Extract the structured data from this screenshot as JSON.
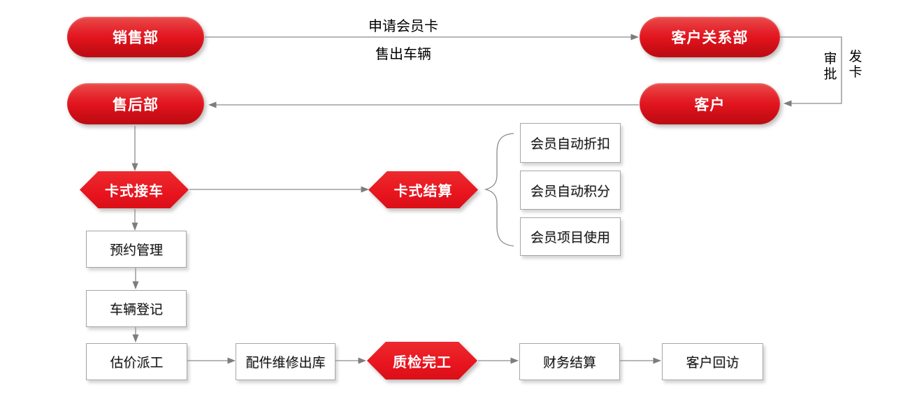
{
  "diagram": {
    "type": "flowchart",
    "background": "#ffffff",
    "colors": {
      "node_red": "#e8141e",
      "node_red_dark": "#bb0c13",
      "connector_gray": "#8c8c8c",
      "box_border_gray": "#a6a6a6",
      "box_fill": "#ffffff",
      "text_dark": "#141414",
      "text_white": "#ffffff"
    },
    "nodes": {
      "sales_dept": {
        "label": "销售部",
        "shape": "pill"
      },
      "customer_relations_dept": {
        "label": "客户关系部",
        "shape": "pill"
      },
      "after_sales_dept": {
        "label": "售后部",
        "shape": "pill"
      },
      "customer": {
        "label": "客户",
        "shape": "pill"
      },
      "card_reception": {
        "label": "卡式接车",
        "shape": "hexagon"
      },
      "card_settlement": {
        "label": "卡式结算",
        "shape": "hexagon"
      },
      "member_auto_discount": {
        "label": "会员自动折扣",
        "shape": "box"
      },
      "member_auto_points": {
        "label": "会员自动积分",
        "shape": "box"
      },
      "member_project_usage": {
        "label": "会员项目使用",
        "shape": "box"
      },
      "appointment_management": {
        "label": "预约管理",
        "shape": "box"
      },
      "vehicle_registration": {
        "label": "车辆登记",
        "shape": "box"
      },
      "valuation_dispatch": {
        "label": "估价派工",
        "shape": "box"
      },
      "parts_maintenance_outbound": {
        "label": "配件维修出库",
        "shape": "box"
      },
      "quality_inspection_complete": {
        "label": "质检完工",
        "shape": "hexagon"
      },
      "financial_settlement": {
        "label": "财务结算",
        "shape": "box"
      },
      "customer_follow_up": {
        "label": "客户回访",
        "shape": "box"
      }
    },
    "edge_labels": {
      "apply_membership_card": "申请会员卡",
      "sell_vehicle": "售出车辆",
      "approval": "审批",
      "issue_card": "发卡"
    },
    "edges": [
      {
        "from": "销售部",
        "to": "客户关系部",
        "labels": [
          "申请会员卡",
          "售出车辆"
        ]
      },
      {
        "from": "客户关系部",
        "to": "客户",
        "labels": [
          "审批",
          "发卡"
        ]
      },
      {
        "from": "客户",
        "to": "售后部",
        "labels": []
      },
      {
        "from": "售后部",
        "to": "卡式接车",
        "labels": []
      },
      {
        "from": "卡式接车",
        "to": "卡式结算",
        "labels": []
      },
      {
        "from": "卡式结算",
        "to": "会员自动折扣 / 会员自动积分 / 会员项目使用",
        "connector": "brace"
      },
      {
        "from": "卡式接车",
        "to": "预约管理",
        "labels": []
      },
      {
        "from": "预约管理",
        "to": "车辆登记",
        "labels": []
      },
      {
        "from": "车辆登记",
        "to": "估价派工",
        "labels": []
      },
      {
        "from": "估价派工",
        "to": "配件维修出库",
        "labels": []
      },
      {
        "from": "配件维修出库",
        "to": "质检完工",
        "labels": []
      },
      {
        "from": "质检完工",
        "to": "财务结算",
        "labels": []
      },
      {
        "from": "财务结算",
        "to": "客户回访",
        "labels": []
      }
    ]
  }
}
